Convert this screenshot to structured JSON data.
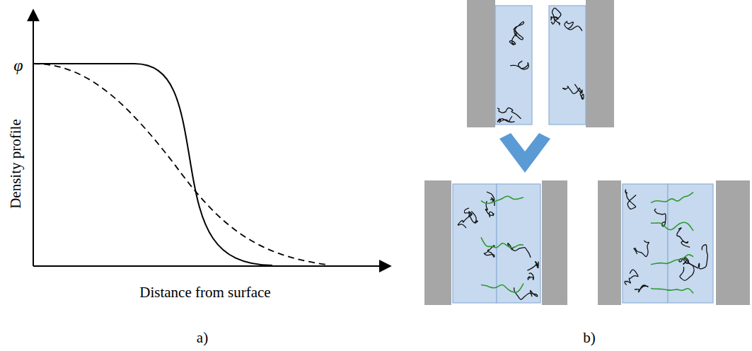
{
  "diagram": {
    "labels": [
      "Density profile",
      "φ",
      "Distance from surface",
      "a)",
      "b)"
    ]
  }
}
